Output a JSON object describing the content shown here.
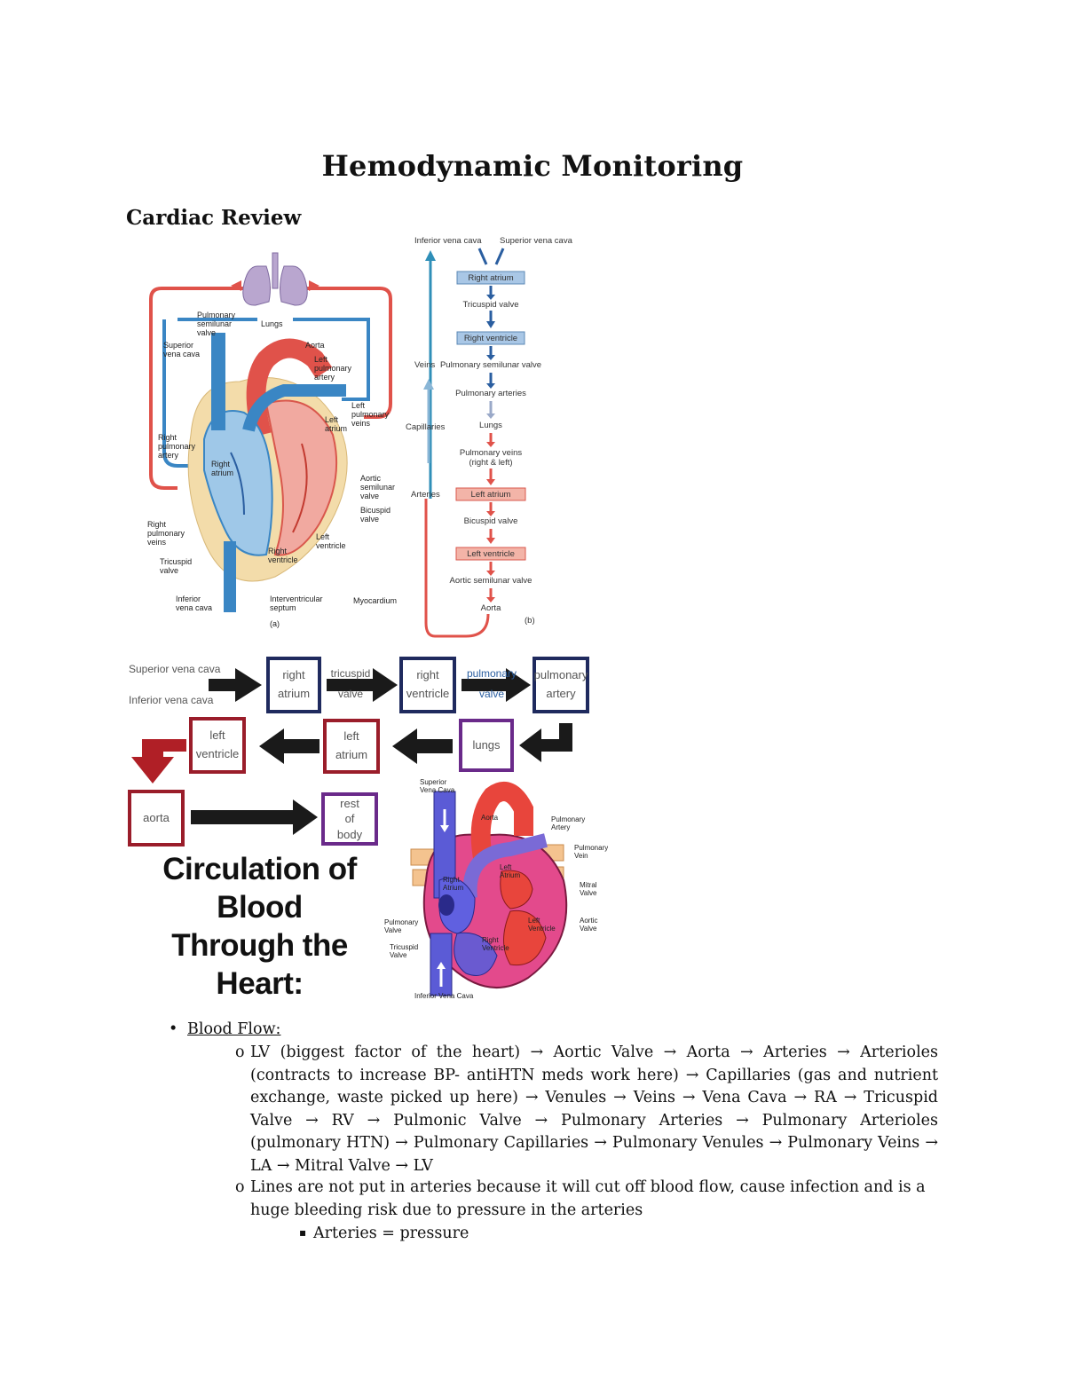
{
  "title": "Hemodynamic Monitoring",
  "section_heading": "Cardiac Review",
  "figure_a": {
    "labels": {
      "pulmonary_semilunar_valve": [
        "Pulmonary",
        "semilunar",
        "valve"
      ],
      "lungs": "Lungs",
      "superior_vena_cava": [
        "Superior",
        "vena cava"
      ],
      "aorta": "Aorta",
      "left_pulmonary_artery": [
        "Left",
        "pulmonary",
        "artery"
      ],
      "left_pulmonary_veins": [
        "Left",
        "pulmonary",
        "veins"
      ],
      "left_atrium": [
        "Left",
        "atrium"
      ],
      "right_pulmonary_artery": [
        "Right",
        "pulmonary",
        "artery"
      ],
      "right_atrium": [
        "Right",
        "atrium"
      ],
      "aortic_semilunar_valve": [
        "Aortic",
        "semilunar",
        "valve"
      ],
      "bicuspid_valve": [
        "Bicuspid",
        "valve"
      ],
      "right_pulmonary_veins": [
        "Right",
        "pulmonary",
        "veins"
      ],
      "left_ventricle": [
        "Left",
        "ventricle"
      ],
      "tricuspid_valve": [
        "Tricuspid",
        "valve"
      ],
      "right_ventricle": [
        "Right",
        "ventricle"
      ],
      "inferior_vena_cava": [
        "Inferior",
        "vena cava"
      ],
      "interventricular_septum": [
        "Interventricular",
        "septum"
      ],
      "myocardium": "Myocardium",
      "caption": "(a)"
    }
  },
  "figure_b": {
    "top_left": "Inferior vena cava",
    "top_right": "Superior vena cava",
    "steps": [
      "Right atrium",
      "Tricuspid valve",
      "Right ventricle",
      "Pulmonary semilunar valve",
      "Pulmonary arteries",
      "Lungs",
      "Pulmonary veins",
      "(right & left)",
      "Left atrium",
      "Bicuspid valve",
      "Left ventricle",
      "Aortic semilunar valve",
      "Aorta"
    ],
    "side_labels": [
      "Veins",
      "Capillaries",
      "Arteries"
    ],
    "caption": "(b)"
  },
  "flowchart": {
    "inputs": [
      "Superior vena cava",
      "Inferior vena cava"
    ],
    "right_atrium": [
      "right",
      "atrium"
    ],
    "tricuspid": [
      "tricuspid",
      "valve"
    ],
    "right_ventricle": [
      "right",
      "ventricle"
    ],
    "pulmonary_valve": [
      "pulmonary",
      "valve"
    ],
    "pulmonary_artery": [
      "pulmonary",
      "artery"
    ],
    "lungs": "lungs",
    "left_atrium": [
      "left",
      "atrium"
    ],
    "left_ventricle": [
      "left",
      "ventricle"
    ],
    "aorta": "aorta",
    "rest_of_body": [
      "rest",
      "of",
      "body"
    ],
    "circulation_title": [
      "Circulation of",
      "Blood",
      "Through the",
      "Heart:"
    ]
  },
  "figure_c": {
    "labels": {
      "superior_vena_cava": [
        "Superior",
        "Vena Cava"
      ],
      "aorta": "Aorta",
      "pulmonary_artery": [
        "Pulmonary",
        "Artery"
      ],
      "pulmonary_vein": [
        "Pulmonary",
        "Vein"
      ],
      "left_atrium": [
        "Left",
        "Atrium"
      ],
      "right_atrium": [
        "Right",
        "Atrium"
      ],
      "mitral_valve": [
        "Mitral",
        "Valve"
      ],
      "pulmonary_valve": [
        "Pulmonary",
        "Valve"
      ],
      "aortic_valve": [
        "Aortic",
        "Valve"
      ],
      "left_ventricle": [
        "Left",
        "Ventricle"
      ],
      "right_ventricle": [
        "Right",
        "Ventricle"
      ],
      "tricuspid_valve": [
        "Tricuspid",
        "Valve"
      ],
      "inferior_vena_cava": "Inferior Vena Cava"
    }
  },
  "notes": {
    "bullet_mark": "•",
    "sub_mark": "o",
    "sub3_mark": "▪",
    "blood_flow_label": "Blood Flow:",
    "item1": "LV (biggest factor of the heart) → Aortic Valve → Aorta → Arteries → Arterioles (contracts to increase BP- antiHTN meds work here) → Capillaries (gas and nutrient exchange, waste picked up here) → Venules → Veins → Vena Cava → RA → Tricuspid Valve → RV → Pulmonic Valve → Pulmonary Arteries → Pulmonary Arterioles (pulmonary HTN) → Pulmonary Capillaries → Pulmonary Venules → Pulmonary Veins → LA → Mitral Valve → LV",
    "item2": "Lines are not put in arteries because it will cut off blood flow, cause infection and is a huge bleeding risk due to pressure in the arteries",
    "item2_sub": "Arteries = pressure"
  },
  "colors": {
    "navy": "#1f2a5e",
    "dark_red": "#9a1d2a",
    "purple": "#6a2a8a",
    "oxygenated": "#e0524a",
    "deoxygenated": "#3a86c4"
  }
}
